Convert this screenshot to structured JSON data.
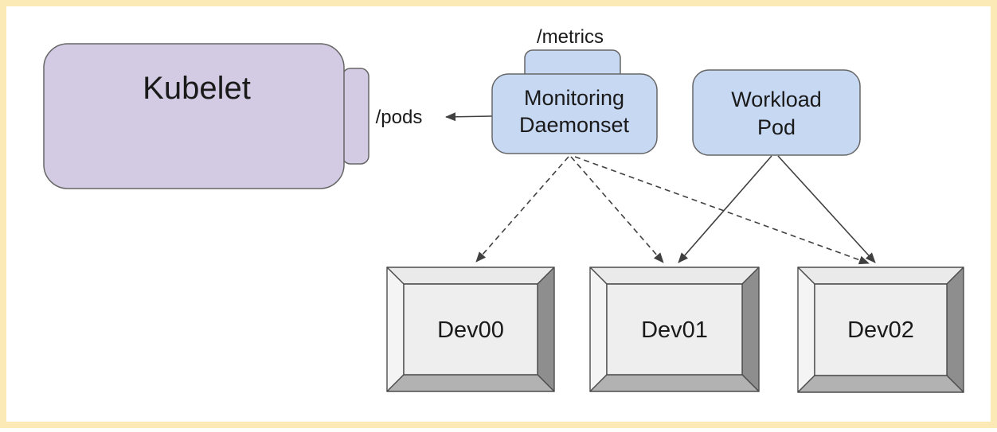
{
  "frame": {
    "border_color": "#fbe9b6",
    "background": "#ffffff"
  },
  "diagram": {
    "nodes": {
      "kubelet": {
        "label": "Kubelet",
        "fill": "#d2cbe3",
        "stroke": "#666666"
      },
      "pods_endpoint": {
        "label": "/pods"
      },
      "metrics_endpoint": {
        "label": "/metrics"
      },
      "monitoring_daemonset": {
        "label": "Monitoring Daemonset",
        "line1": "Monitoring",
        "line2": "Daemonset",
        "fill": "#c7d8f2",
        "stroke": "#666666"
      },
      "workload_pod": {
        "label": "Workload Pod",
        "line1": "Workload",
        "line2": "Pod",
        "fill": "#c7d8f2",
        "stroke": "#666666"
      },
      "devices": [
        {
          "label": "Dev00"
        },
        {
          "label": "Dev01"
        },
        {
          "label": "Dev02"
        }
      ]
    },
    "edges": [
      {
        "from": "monitoring_daemonset",
        "to": "pods_endpoint",
        "style": "solid-arrow"
      },
      {
        "from": "monitoring_daemonset",
        "to": "Dev00",
        "style": "dashed-arrow"
      },
      {
        "from": "monitoring_daemonset",
        "to": "Dev01",
        "style": "dashed-arrow"
      },
      {
        "from": "monitoring_daemonset",
        "to": "Dev02",
        "style": "dashed-arrow"
      },
      {
        "from": "workload_pod",
        "to": "Dev01",
        "style": "solid-arrow"
      },
      {
        "from": "workload_pod",
        "to": "Dev02",
        "style": "solid-arrow"
      }
    ],
    "edge_color": "#404040",
    "device_colors": {
      "face": "#eeeeee",
      "bevel_top": "#eaeaea",
      "bevel_left": "#f4f4f4",
      "bevel_right": "#8e8e8e",
      "bevel_bottom": "#b2b2b2",
      "outline": "#4d4d4d"
    }
  }
}
